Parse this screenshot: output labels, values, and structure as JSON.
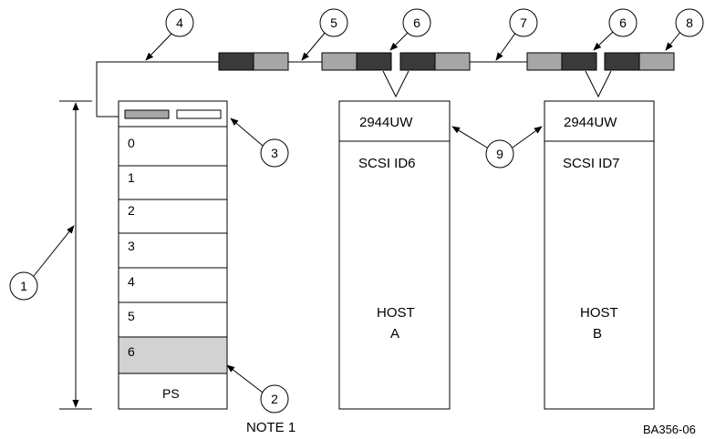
{
  "enclosure": {
    "bays": [
      "0",
      "1",
      "2",
      "3",
      "4",
      "5",
      "6"
    ],
    "power_supply": "PS",
    "note": "NOTE 1"
  },
  "hosts": [
    {
      "adapter": "2944UW",
      "scsi_id": "SCSI ID6",
      "name_line1": "HOST",
      "name_line2": "A"
    },
    {
      "adapter": "2944UW",
      "scsi_id": "SCSI ID7",
      "name_line1": "HOST",
      "name_line2": "B"
    }
  ],
  "callouts": {
    "c1": "1",
    "c2": "2",
    "c3": "3",
    "c4": "4",
    "c5": "5",
    "c6a": "6",
    "c7": "7",
    "c6b": "6",
    "c8": "8",
    "c9": "9"
  },
  "figure_id": "BA356-06"
}
